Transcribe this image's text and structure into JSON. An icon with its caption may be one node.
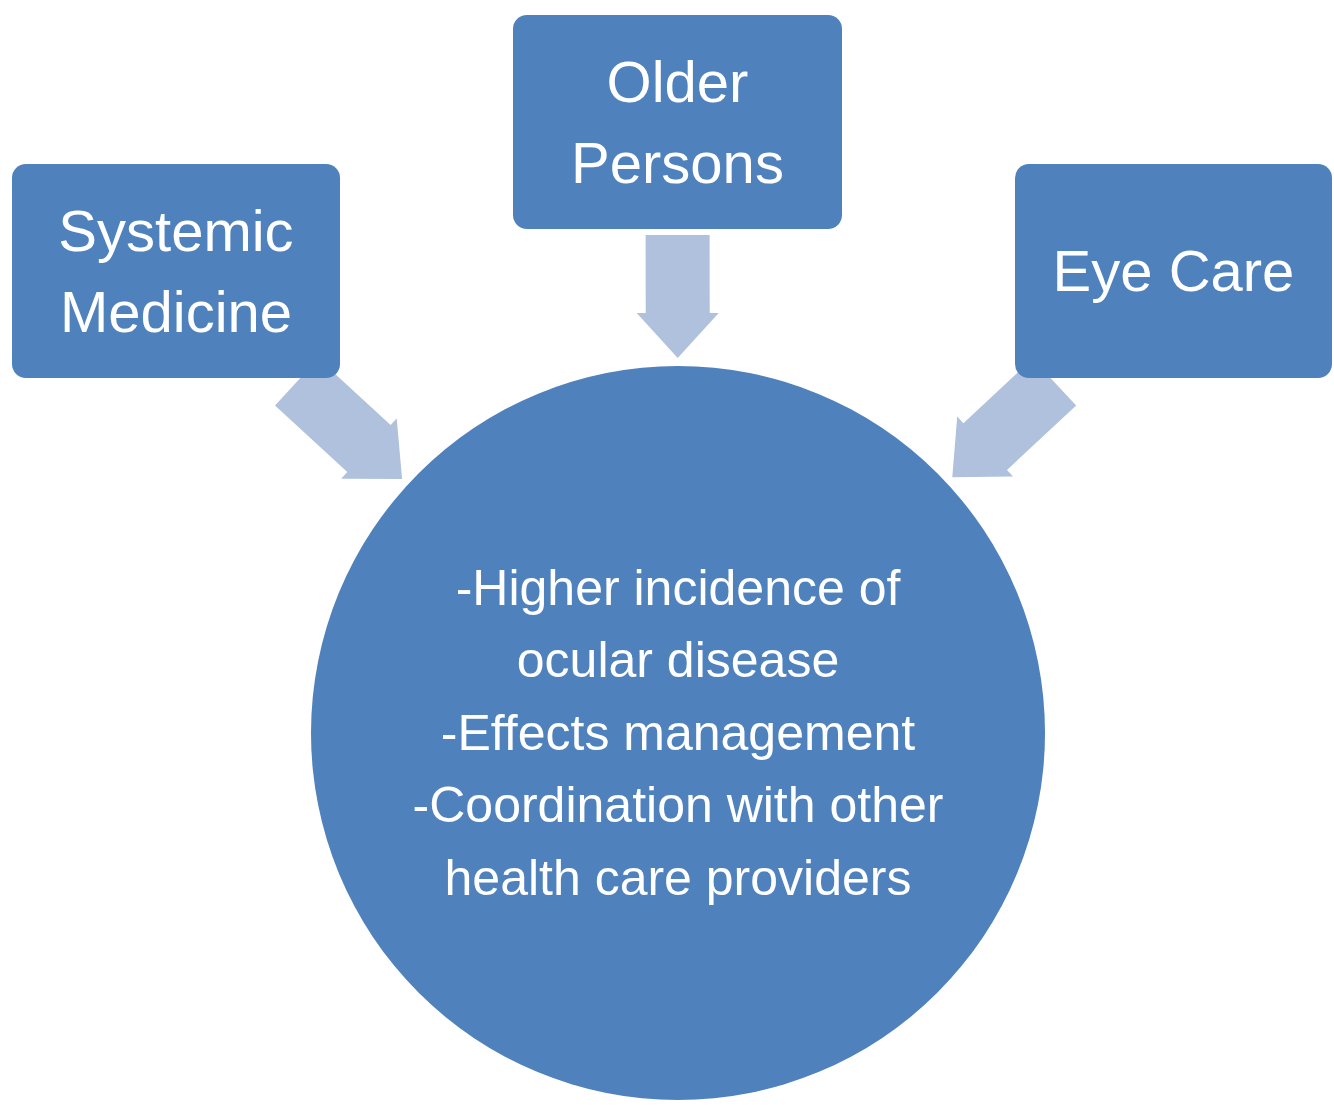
{
  "diagram": {
    "nodes": [
      {
        "text": [
          "Systemic Medicine"
        ]
      },
      {
        "text": [
          "Older Persons"
        ]
      },
      {
        "text": [
          "Eye Care"
        ]
      },
      {
        "text": [
          "-Higher incidence of ocular disease",
          "-Effects management",
          "-Coordination with other health care providers"
        ]
      }
    ],
    "edges": [
      {
        "from": 0,
        "to": 3,
        "arrow": "to"
      },
      {
        "from": 1,
        "to": 3,
        "arrow": "to"
      },
      {
        "from": 2,
        "to": 3,
        "arrow": "to"
      }
    ]
  }
}
